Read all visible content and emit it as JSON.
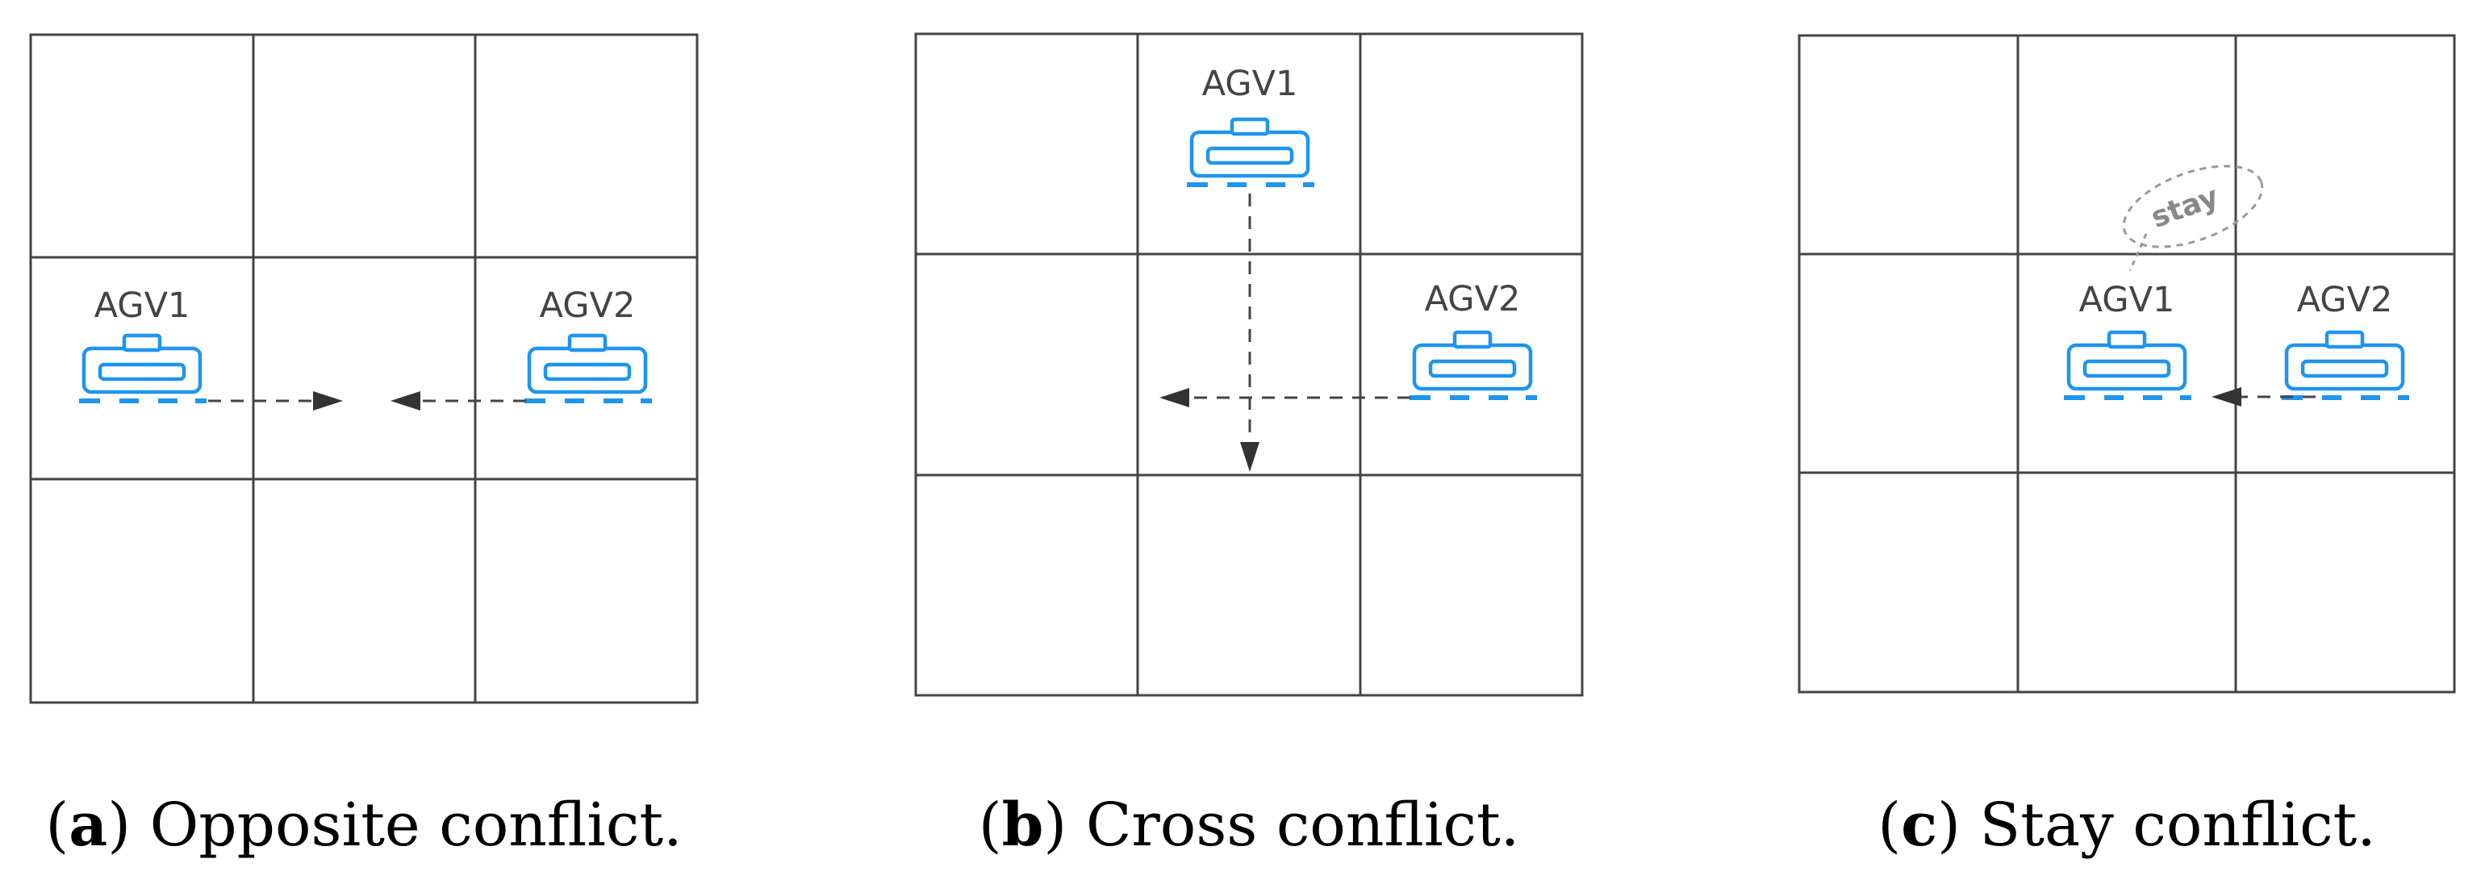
{
  "panels": [
    {
      "id": "a",
      "caption_letter": "a",
      "caption_text": "Opposite conflict.",
      "agv1_label": "AGV1",
      "agv2_label": "AGV2"
    },
    {
      "id": "b",
      "caption_letter": "b",
      "caption_text": "Cross conflict.",
      "agv1_label": "AGV1",
      "agv2_label": "AGV2"
    },
    {
      "id": "c",
      "caption_letter": "c",
      "caption_text": "Stay conflict.",
      "agv1_label": "AGV1",
      "agv2_label": "AGV2",
      "stay_label": "stay"
    }
  ],
  "colors": {
    "agv": "#1e95ee",
    "grid": "#444444",
    "path": "#444444"
  }
}
